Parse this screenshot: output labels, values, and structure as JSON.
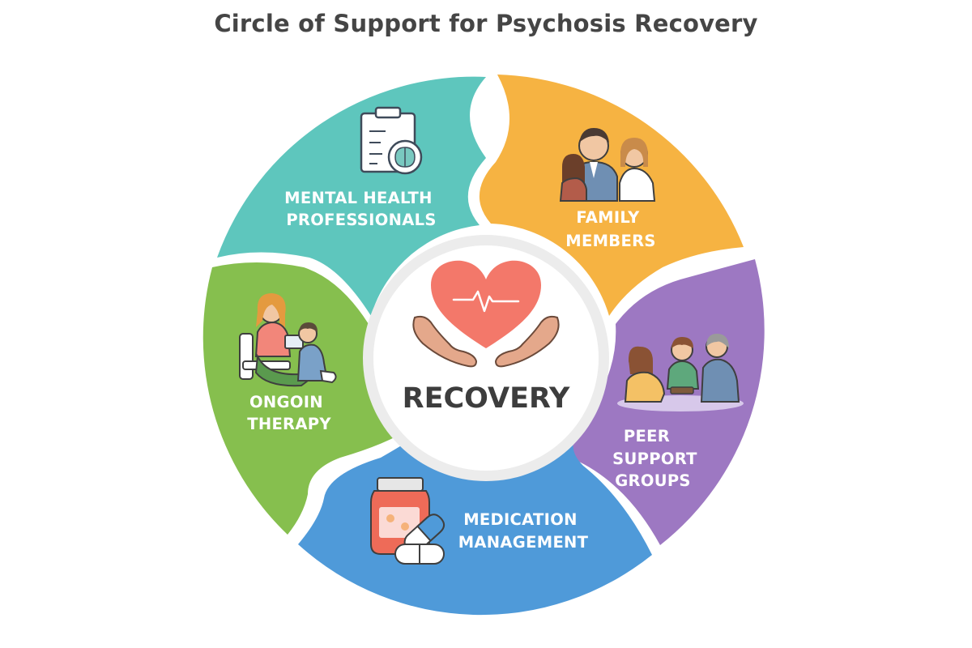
{
  "title": "Circle of Support for Psychosis Recovery",
  "center": {
    "label": "RECOVERY",
    "icon": "heart-in-hands-icon",
    "color": "#f3786a"
  },
  "segments": [
    {
      "id": "mental-health-professionals",
      "lines": [
        "MENTAL HEALTH",
        "PROFESSIONALS"
      ],
      "color": "#5ec6bd",
      "icon": "clipboard-brain-icon"
    },
    {
      "id": "family-members",
      "lines": [
        "FAMILY",
        "MEMBERS"
      ],
      "color": "#f6b342",
      "icon": "family-icon"
    },
    {
      "id": "peer-support-groups",
      "lines": [
        "PEER",
        "SUPPORT",
        "GROUPS"
      ],
      "color": "#9d78c2",
      "icon": "peer-group-icon"
    },
    {
      "id": "medication-management",
      "lines": [
        "MEDICATION",
        "MANAGEMENT"
      ],
      "color": "#4f9ad9",
      "icon": "pill-bottle-icon"
    },
    {
      "id": "ongoing-therapy",
      "lines": [
        "ONGOIN",
        "THERAPY"
      ],
      "color": "#86bf4e",
      "icon": "therapy-session-icon"
    }
  ]
}
